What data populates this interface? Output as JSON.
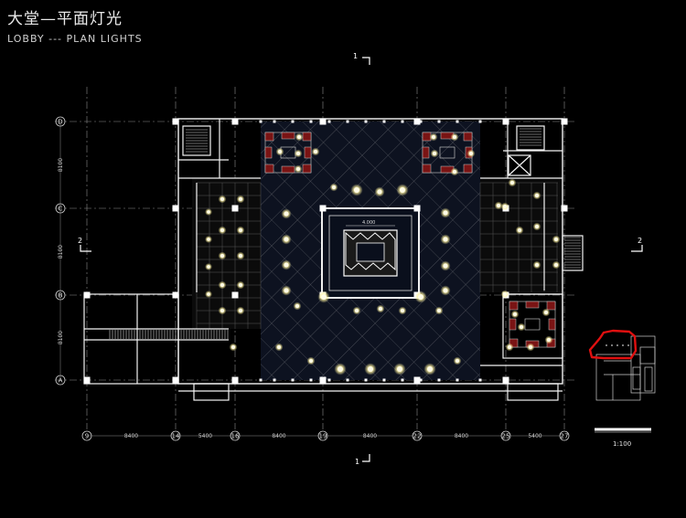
{
  "header": {
    "title_cn": "大堂—平面灯光",
    "title_en": "LOBBY --- PLAN  LIGHTS"
  },
  "plan": {
    "row_axes": [
      "D",
      "C",
      "B",
      "A"
    ],
    "row_dims": [
      "8100",
      "8100",
      "8100"
    ],
    "col_axes": [
      "9",
      "14",
      "16",
      "19",
      "22",
      "25",
      "27"
    ],
    "col_dims": [
      "8400",
      "5400",
      "8400",
      "8400",
      "8400",
      "5400"
    ],
    "section_markers": {
      "top": "1",
      "bottom": "1",
      "left": "2",
      "right": "2"
    },
    "atrium_dim": "4.000"
  },
  "key_plan": {
    "scale": "1:100"
  },
  "colors": {
    "background": "#000000",
    "walls": "#ffffff",
    "grid_lines": "#9a9a9a",
    "lights": "#fff6b0",
    "furniture": "#8a1a1a",
    "floor": "#0d1220",
    "highlight": "#e01010"
  }
}
